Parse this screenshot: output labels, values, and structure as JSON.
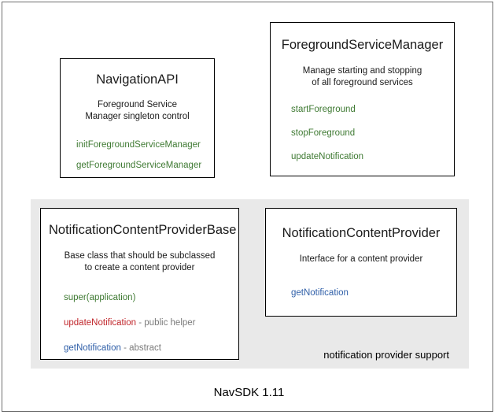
{
  "diagram": {
    "footer_caption": "NavSDK 1.11",
    "group_panel": {
      "label": "notification provider support"
    },
    "boxes": [
      {
        "id": "navigation-api",
        "title": "NavigationAPI",
        "desc_line1": "Foreground Service",
        "desc_line2": "Manager singleton control",
        "methods": [
          {
            "name": "initForegroundServiceManager",
            "note": ""
          },
          {
            "name": "getForegroundServiceManager",
            "note": ""
          }
        ]
      },
      {
        "id": "foreground-service-manager",
        "title": "ForegroundServiceManager",
        "desc_line1": "Manage starting and stopping",
        "desc_line2": "of all foreground services",
        "methods": [
          {
            "name": "startForeground",
            "note": ""
          },
          {
            "name": "stopForeground",
            "note": ""
          },
          {
            "name": "updateNotification",
            "note": ""
          }
        ]
      },
      {
        "id": "notification-content-provider-base",
        "title": "NotificationContentProviderBase",
        "desc_line1": "Base class that should be subclassed",
        "desc_line2": "to create a content provider",
        "methods": [
          {
            "name": "super(application)",
            "note": ""
          },
          {
            "name": "updateNotification",
            "note": " - public helper"
          },
          {
            "name": "getNotification",
            "note": " - abstract"
          }
        ]
      },
      {
        "id": "notification-content-provider",
        "title": "NotificationContentProvider",
        "desc_line1": "Interface for a content provider",
        "desc_line2": "",
        "methods": [
          {
            "name": "getNotification",
            "note": ""
          }
        ]
      }
    ],
    "colors": {
      "method_green": "#3f7a33",
      "method_red": "#c0262b",
      "method_blue": "#2f5fa8",
      "note_gray": "#7b7b7b",
      "group_panel_bg": "#e9e9e9",
      "frame_border": "#6e6e6e"
    }
  }
}
